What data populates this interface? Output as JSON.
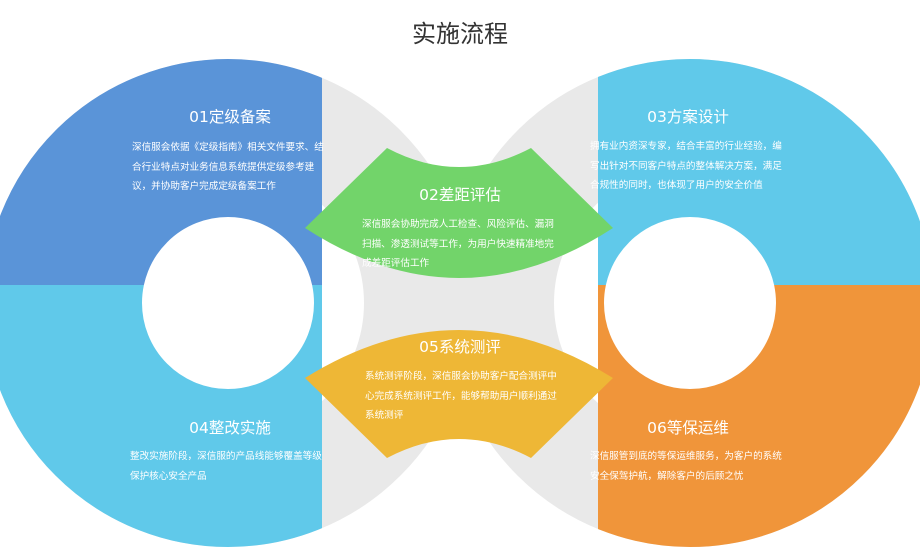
{
  "title": "实施流程",
  "colors": {
    "ring": "#e9e9e9",
    "background": "#ffffff",
    "step01": "#5a94d8",
    "step02": "#72d46a",
    "step03": "#60c9ea",
    "step04": "#60c9ea",
    "step05": "#eeb736",
    "step06": "#f0953a"
  },
  "steps": [
    {
      "id": "01",
      "title": "01定级备案",
      "desc": [
        "深信服会依据《定级指南》相关文件要求、结",
        "合行业特点对业务信息系统提供定级参考建",
        "议，并协助客户完成定级备案工作"
      ]
    },
    {
      "id": "02",
      "title": "02差距评估",
      "desc": [
        "深信服会协助完成人工检查、风险评估、漏洞",
        "扫描、渗透测试等工作，为用户快速精准地完",
        "成差距评估工作"
      ]
    },
    {
      "id": "03",
      "title": "03方案设计",
      "desc": [
        "拥有业内资深专家，结合丰富的行业经验，编",
        "写出针对不同客户特点的整体解决方案，满足",
        "合规性的同时，也体现了用户的安全价值"
      ]
    },
    {
      "id": "04",
      "title": "04整改实施",
      "desc": [
        "整改实施阶段，深信服的产品线能够覆盖等级",
        "保护核心安全产品"
      ]
    },
    {
      "id": "05",
      "title": "05系统测评",
      "desc": [
        "系统测评阶段，深信服会协助客户配合测评中",
        "心完成系统测评工作，能够帮助用户顺利通过",
        "系统测评"
      ]
    },
    {
      "id": "06",
      "title": "06等保运维",
      "desc": [
        "深信服管到底的等保运维服务，为客户的系统",
        "安全保驾护航，解除客户的后顾之忧"
      ]
    }
  ]
}
